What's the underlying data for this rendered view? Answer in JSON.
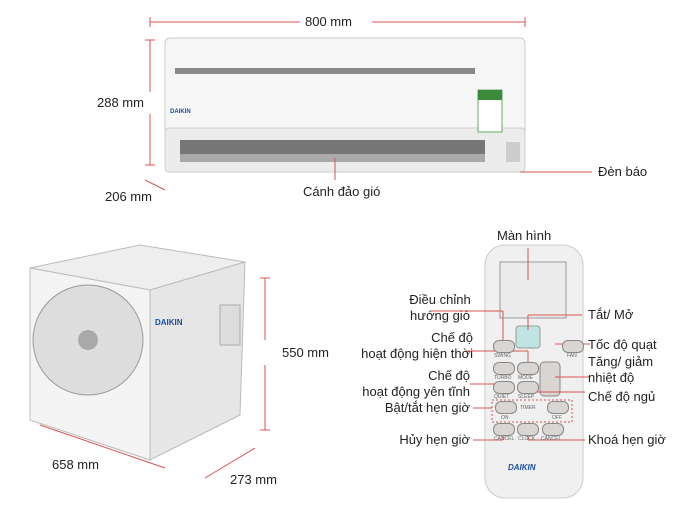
{
  "indoor_unit": {
    "width_label": "800 mm",
    "height_label": "288 mm",
    "depth_label": "206 mm",
    "louver_label": "Cánh đảo gió",
    "indicator_label": "Đèn báo",
    "brand": "DAIKIN"
  },
  "outdoor_unit": {
    "height_label": "550 mm",
    "width_label": "658 mm",
    "depth_label": "273 mm",
    "brand": "DAIKIN"
  },
  "remote": {
    "brand": "DAIKIN",
    "labels": {
      "screen": "Màn hình",
      "swing": "Điều chỉnh\nhướng gió",
      "power": "Tắt/ Mở",
      "current_mode": "Chế độ\nhoạt động hiện thời",
      "fan_speed": "Tốc độ quạt",
      "temp": "Tăng/ giảm\nnhiệt độ",
      "quiet": "Chế độ\nhoạt động yên tĩnh",
      "sleep": "Chế độ ngủ",
      "timer_toggle": "Bật/tắt hẹn giờ",
      "timer_cancel": "Hủy hẹn giờ",
      "timer_lock": "Khoá hẹn giờ"
    },
    "buttons": {
      "swing": "SWING",
      "fan": "FAN",
      "turbo": "TURBO",
      "mode": "MODE",
      "quiet": "QUIET",
      "sleep": "SLEEP",
      "timer": "TIMER",
      "on": "ON",
      "off": "OFF",
      "cancel": "CANCEL",
      "clock": "CLOCK"
    }
  },
  "colors": {
    "leader_line": "#d9534f",
    "body": "#f2f2f2"
  }
}
